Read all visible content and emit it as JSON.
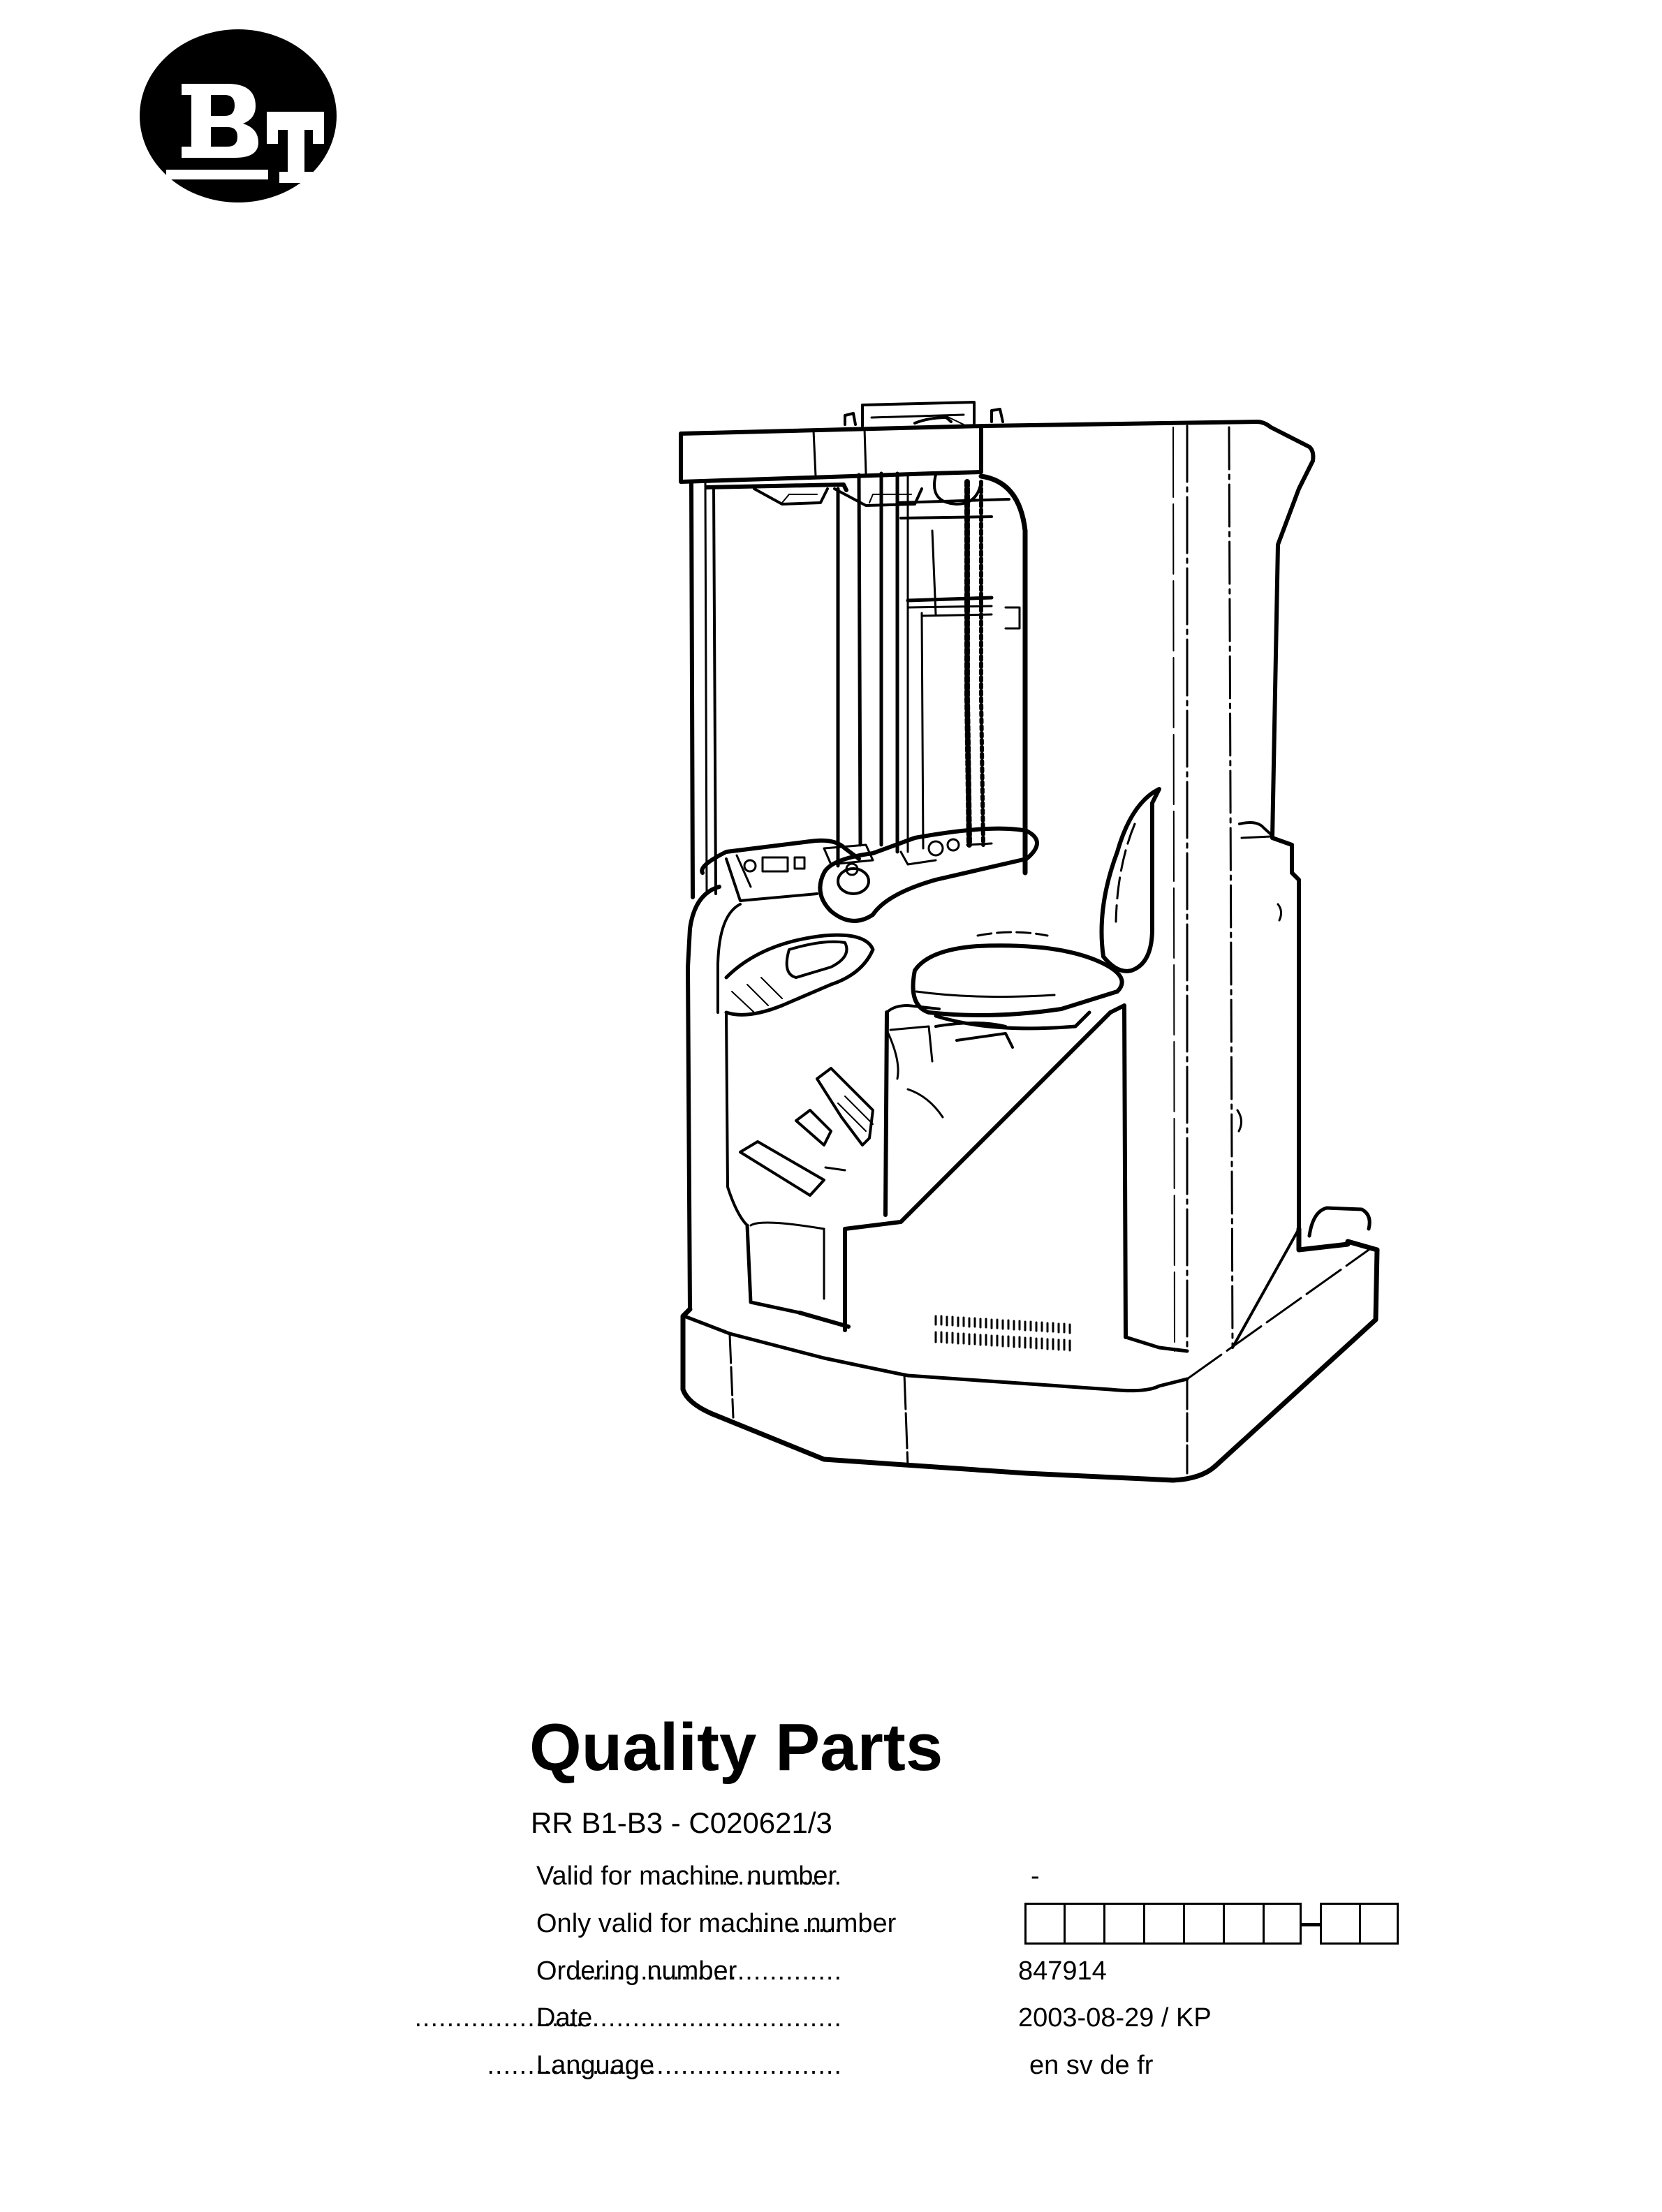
{
  "logo": {
    "text": "BT",
    "letters": [
      "B",
      "T"
    ],
    "colors": {
      "circle": "#000000",
      "letters": "#ffffff"
    }
  },
  "illustration": {
    "subject": "reach-truck-line-drawing"
  },
  "cover": {
    "title": "Quality Parts",
    "subtitle": "RR B1-B3 - C020621/3"
  },
  "fields": [
    {
      "label": "Valid for machine number",
      "dots": "....................",
      "value": "-"
    },
    {
      "label": "Only valid for machine number",
      "dots": "............",
      "value": "",
      "boxes": {
        "group1": 7,
        "group2": 2,
        "separator": "-"
      }
    },
    {
      "label": "Ordering number",
      "dots": ".................................",
      "value": "847914"
    },
    {
      "label": "Date",
      "dots": ".....................................................",
      "value": "2003-08-29 / KP"
    },
    {
      "label": "Language",
      "dots": "............................................",
      "value": "en sv de fr"
    }
  ]
}
